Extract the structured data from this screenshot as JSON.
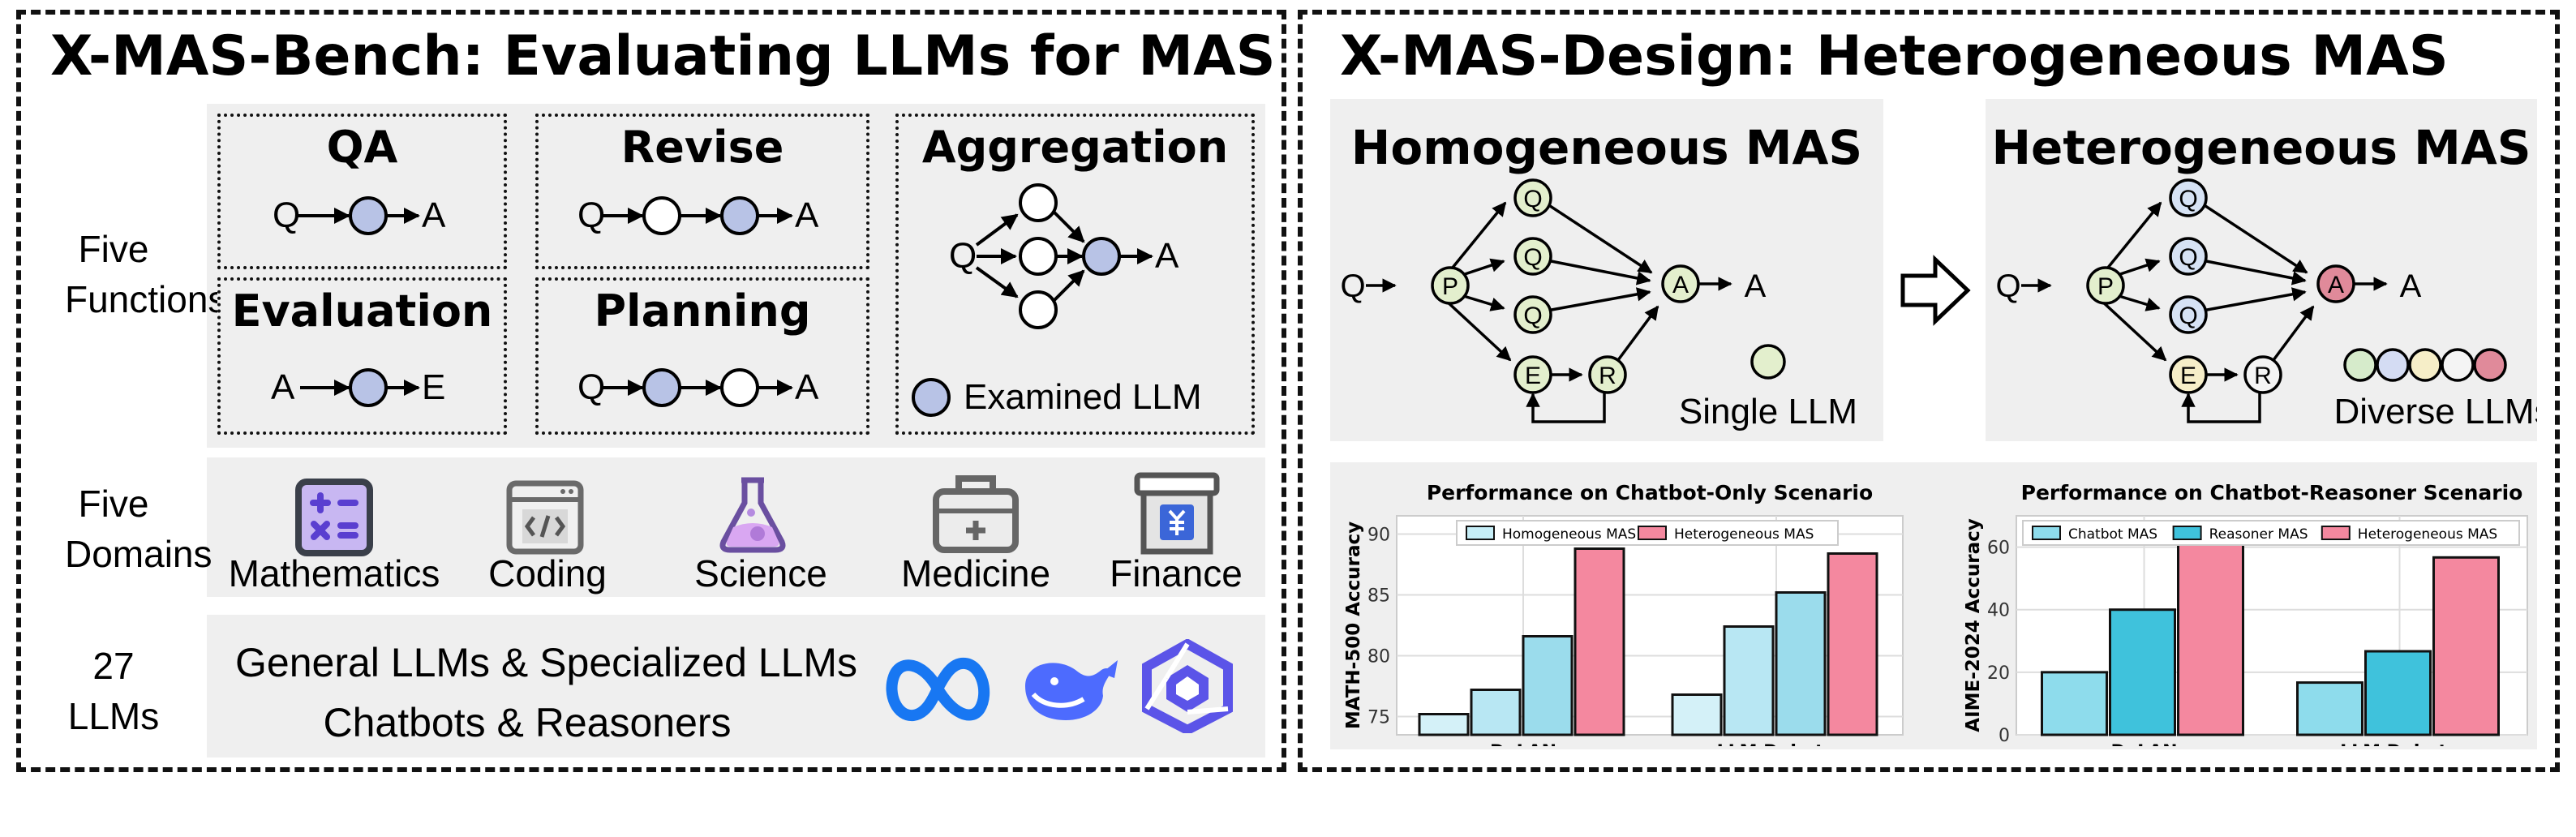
{
  "left": {
    "title": "X-MAS-Bench: Evaluating LLMs for MAS",
    "row_functions": "Five\nFunctions",
    "row_domains": "Five\nDomains",
    "row_llms": "27\nLLMs",
    "functions": {
      "qa": "QA",
      "revise": "Revise",
      "aggregation": "Aggregation",
      "evaluation": "Evaluation",
      "planning": "Planning",
      "legend": "Examined LLM"
    },
    "glyphs": {
      "q": "Q",
      "a": "A",
      "e": "E"
    },
    "domains": [
      "Mathematics",
      "Coding",
      "Science",
      "Medicine",
      "Finance"
    ],
    "domain_icons": [
      "calculator-icon",
      "code-window-icon",
      "flask-icon",
      "medical-kit-icon",
      "finance-box-icon"
    ],
    "llm_line1": "General LLMs & Specialized LLMs",
    "llm_line2": "Chatbots & Reasoners",
    "logos": [
      "meta-logo-icon",
      "deepseek-whale-icon",
      "qwen-logo-icon"
    ]
  },
  "right": {
    "title": "X-MAS-Design: Heterogeneous MAS",
    "homo_title": "Homogeneous MAS",
    "hetero_title": "Heterogeneous MAS",
    "single_llm": "Single LLM",
    "diverse_llms": "Diverse LLMs",
    "node_labels": {
      "q": "Q",
      "p": "P",
      "a": "A",
      "e": "E",
      "r": "R"
    },
    "colors": {
      "examined": "#b8c3e6",
      "homo_node": "#e3efcd",
      "hetero_a": "#e08a9a",
      "hetero_e": "#f6eec8",
      "hetero_q": "#d6e2f4",
      "diverse": [
        "#d6ebcb",
        "#d4dcf3",
        "#f6eec8",
        "#f4f4f4",
        "#e08a9a"
      ]
    }
  },
  "chart_data": [
    {
      "type": "bar",
      "title": "Performance on Chatbot-Only Scenario",
      "xlabel": "",
      "ylabel": "MATH-500 Accuracy",
      "categories": [
        "DyLAN",
        "LLM Debate"
      ],
      "ylim": [
        73.5,
        91.5
      ],
      "yticks": [
        75,
        80,
        85,
        90
      ],
      "legend": "top",
      "grid": true,
      "series": [
        {
          "name": "Homogeneous MAS",
          "color": "#c6eef7",
          "values": [
            [
              75.2,
              77.2,
              81.6
            ],
            [
              76.8,
              82.4,
              85.2
            ]
          ]
        },
        {
          "name": "Heterogeneous MAS",
          "color": "#f4889f",
          "values": [
            [
              88.8
            ],
            [
              88.4
            ]
          ]
        }
      ]
    },
    {
      "type": "bar",
      "title": "Performance on Chatbot-Reasoner Scenario",
      "xlabel": "",
      "ylabel": "AIME-2024 Accuracy",
      "categories": [
        "DyLAN",
        "LLM Debate"
      ],
      "ylim": [
        0,
        70
      ],
      "yticks": [
        0,
        20,
        40,
        60
      ],
      "legend": "top",
      "grid": true,
      "series": [
        {
          "name": "Chatbot MAS",
          "color": "#8edcec",
          "values": [
            20,
            16.7
          ]
        },
        {
          "name": "Reasoner MAS",
          "color": "#3fc2dc",
          "values": [
            40,
            26.7
          ]
        },
        {
          "name": "Heterogeneous MAS",
          "color": "#f4889f",
          "values": [
            63.3,
            56.7
          ]
        }
      ]
    }
  ]
}
